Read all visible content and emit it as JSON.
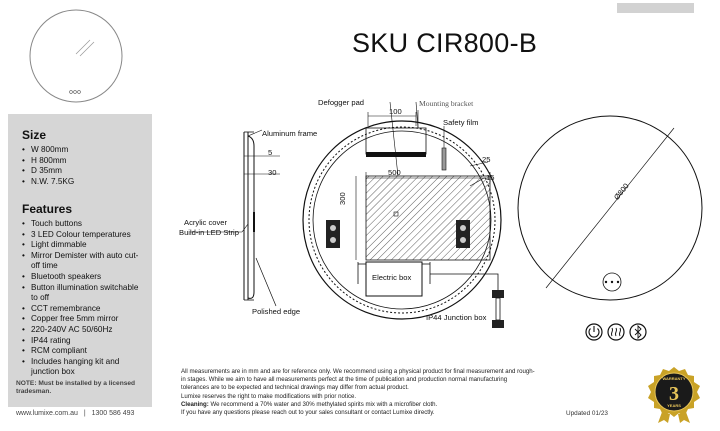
{
  "header": {
    "sku": "SKU CIR800-B"
  },
  "size": {
    "title": "Size",
    "items": [
      "W 800mm",
      "H 800mm",
      "D 35mm",
      "N.W. 7.5KG"
    ]
  },
  "features": {
    "title": "Features",
    "items": [
      "Touch buttons",
      "3 LED Colour temperatures",
      "Light dimmable",
      "Mirror Demister with auto cut-off time",
      "Bluetooth speakers",
      "Button illumination switchable to off",
      "CCT remembrance",
      "Copper free 5mm mirror",
      "220-240V AC 50/60Hz",
      "IP44 rating",
      "RCM compliant",
      "Includes hanging kit and junction box"
    ]
  },
  "note": "NOTE: Must be installed by a licensed tradesman.",
  "contact": {
    "website": "www.lumixe.com.au",
    "separator": "|",
    "phone": "1300 586 493"
  },
  "diagram": {
    "labels": {
      "defogger_pad": "Defogger pad",
      "mounting_bracket": "Mounting bracket",
      "aluminum_frame": "Aluminum frame",
      "safety_film": "Safety film",
      "acrylic_cover": "Acrylic cover",
      "led_strip": "Build-in LED Strip",
      "electric_box": "Electric box",
      "polished_edge": "Polished edge",
      "junction_box": "IP44 Junction box"
    },
    "dimensions": {
      "d100": "100",
      "d5": "5",
      "d30": "30",
      "d500": "500",
      "d300": "300",
      "d25": "25",
      "d15": "15",
      "diameter": "Ø800"
    }
  },
  "controls": {
    "icons": [
      "power-icon",
      "defog-icon",
      "bluetooth-icon"
    ]
  },
  "disclaimer": {
    "line1": "All measurements are in mm and are for reference only.  We recommend using a physical product for final measurement and rough-",
    "line2": "in stages.   While we aim to have all measurements perfect at the time of publication and production normal manufacturing",
    "line3": "tolerances are to be expected and technical drawings may differ from actual product.",
    "line4": "Lumixe reserves the right to make modifications with prior notice.",
    "cleaning_label": "Cleaning:",
    "cleaning_text": " We recommend a 70% water and 30% methylated spirits mix with a microfiber cloth.",
    "line6": "If you have any questions please reach out to your sales consultant or contact Lumixe directly."
  },
  "updated": "Updated 01/23",
  "warranty": {
    "top": "WARRANTY",
    "number": "3",
    "bottom": "YEARS"
  },
  "colors": {
    "panel": "#d6d6d6",
    "badge_gold": "#c9a227",
    "badge_dark": "#1a1a1a"
  }
}
